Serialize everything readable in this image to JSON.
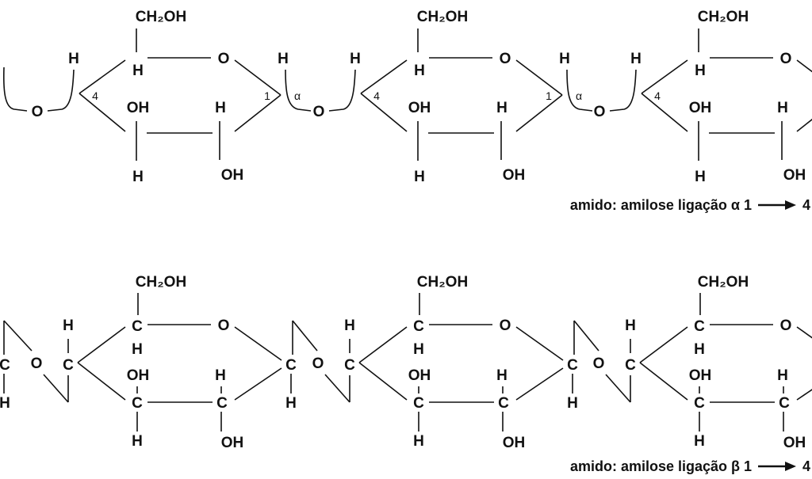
{
  "atoms": {
    "ch2oh": "CH₂OH",
    "oh": "OH",
    "h": "H",
    "o": "O",
    "c": "C"
  },
  "top": {
    "locant_4": "4",
    "locant_1": "1",
    "bond_symbol": "α",
    "caption": {
      "text": "amido: amilose ligação α 1",
      "target": "4"
    }
  },
  "bottom": {
    "caption": {
      "text": "amido: amilose ligação β 1",
      "target": "4"
    }
  }
}
